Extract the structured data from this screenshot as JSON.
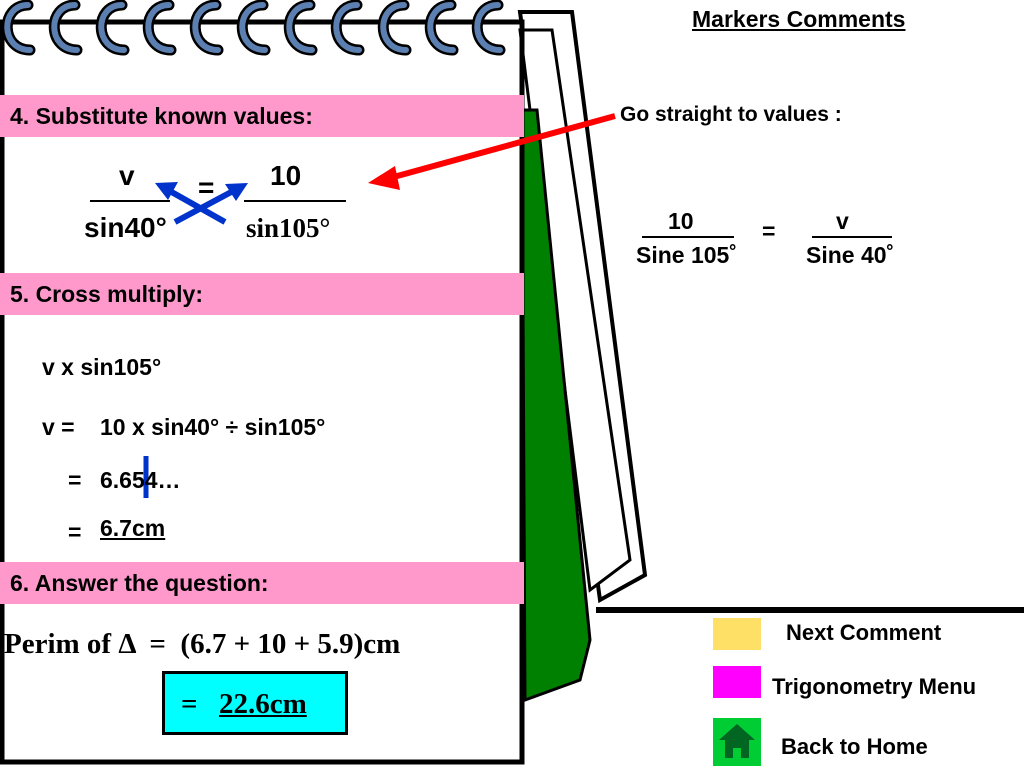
{
  "header": {
    "title": "Markers Comments"
  },
  "steps": {
    "step4": "4. Substitute known values:",
    "step5": "5. Cross multiply:",
    "step6": "6. Answer the question:"
  },
  "equation": {
    "left_num": "v",
    "left_den": "sin40°",
    "equals": "=",
    "right_num": "10",
    "right_den": "sin105°"
  },
  "work": {
    "line1": "v x sin105°",
    "line2_prefix": "v =",
    "line2": "10 x sin40° ÷ sin105°",
    "line3_prefix": "=",
    "line3": "6.654…",
    "line4_prefix": "=",
    "line4": "6.7cm"
  },
  "answer": {
    "perimeter": "Perim of Δ  =  (6.7 + 10 + 5.9)cm",
    "result_prefix": "=",
    "result": "22.6cm"
  },
  "comment": {
    "text": "Go straight to values :",
    "num1": "10",
    "den1": "Sine 105˚",
    "equals": "=",
    "num2": "v",
    "den2": "Sine 40˚"
  },
  "nav": {
    "next_comment": "Next Comment",
    "trig_menu": "Trigonometry Menu",
    "back_home": "Back to Home"
  },
  "colors": {
    "band": "#ff99cc",
    "answer_box": "#00ffff",
    "next_button": "#ffe066",
    "menu_button": "#ff00ff",
    "home_button": "#00cc33",
    "arrow": "#ff0000",
    "cross": "#0033cc"
  },
  "icons": {
    "home": "house-icon"
  }
}
